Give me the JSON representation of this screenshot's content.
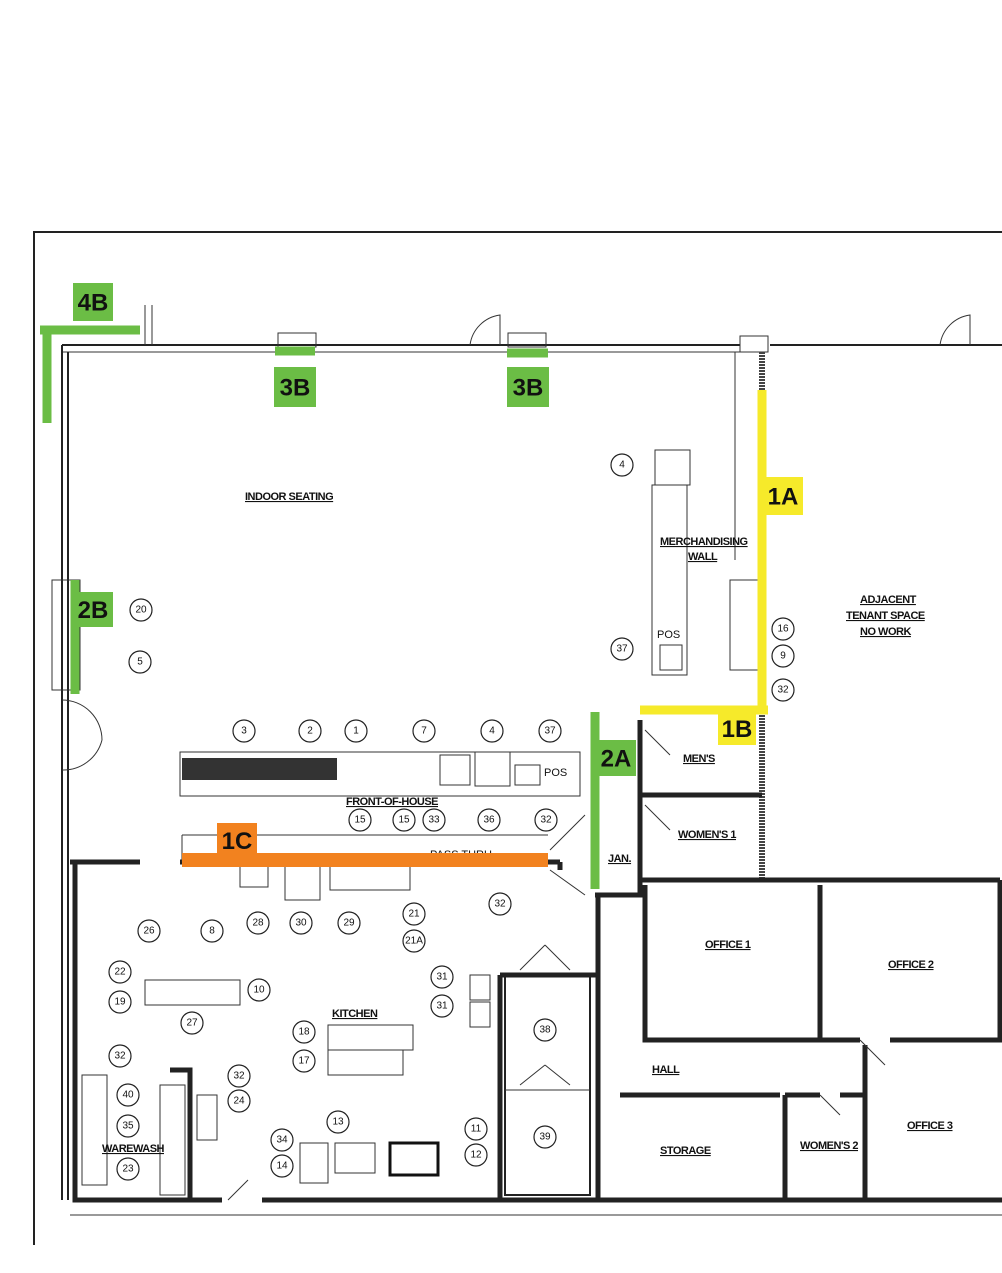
{
  "colors": {
    "green": "#6bbd45",
    "yellow": "#f6ea2a",
    "orange": "#f2821f",
    "wall": "#222222"
  },
  "room_labels": [
    {
      "text": "INDOOR SEATING"
    },
    {
      "text": "MERCHANDISING"
    },
    {
      "text": "WALL"
    },
    {
      "text": "ADJACENT"
    },
    {
      "text": "TENANT SPACE"
    },
    {
      "text": "NO WORK"
    },
    {
      "text": "FRONT-OF-HOUSE"
    },
    {
      "text": "MEN'S"
    },
    {
      "text": "WOMEN'S 1"
    },
    {
      "text": "JAN."
    },
    {
      "text": "OFFICE 1"
    },
    {
      "text": "OFFICE 2"
    },
    {
      "text": "KITCHEN"
    },
    {
      "text": "HALL"
    },
    {
      "text": "STORAGE"
    },
    {
      "text": "WOMEN'S 2"
    },
    {
      "text": "OFFICE 3"
    },
    {
      "text": "WAREWASH"
    }
  ],
  "plain_labels": [
    {
      "text": "POS"
    },
    {
      "text": "POS"
    },
    {
      "text": "PASS THRU"
    }
  ],
  "callouts": [
    "4",
    "20",
    "5",
    "16",
    "9",
    "32",
    "37",
    "3",
    "2",
    "1",
    "7",
    "4",
    "37",
    "15",
    "15",
    "33",
    "36",
    "32",
    "26",
    "8",
    "28",
    "30",
    "29",
    "21",
    "21A",
    "32",
    "22",
    "19",
    "27",
    "10",
    "31",
    "31",
    "18",
    "17",
    "38",
    "39",
    "32",
    "32",
    "40",
    "24",
    "35",
    "23",
    "13",
    "11",
    "34",
    "14",
    "12"
  ],
  "markers": [
    {
      "label": "4B",
      "color": "green"
    },
    {
      "label": "3B",
      "color": "green"
    },
    {
      "label": "3B",
      "color": "green"
    },
    {
      "label": "2B",
      "color": "green"
    },
    {
      "label": "2A",
      "color": "green"
    },
    {
      "label": "1A",
      "color": "yellow"
    },
    {
      "label": "1B",
      "color": "yellow"
    },
    {
      "label": "1C",
      "color": "orange"
    }
  ]
}
